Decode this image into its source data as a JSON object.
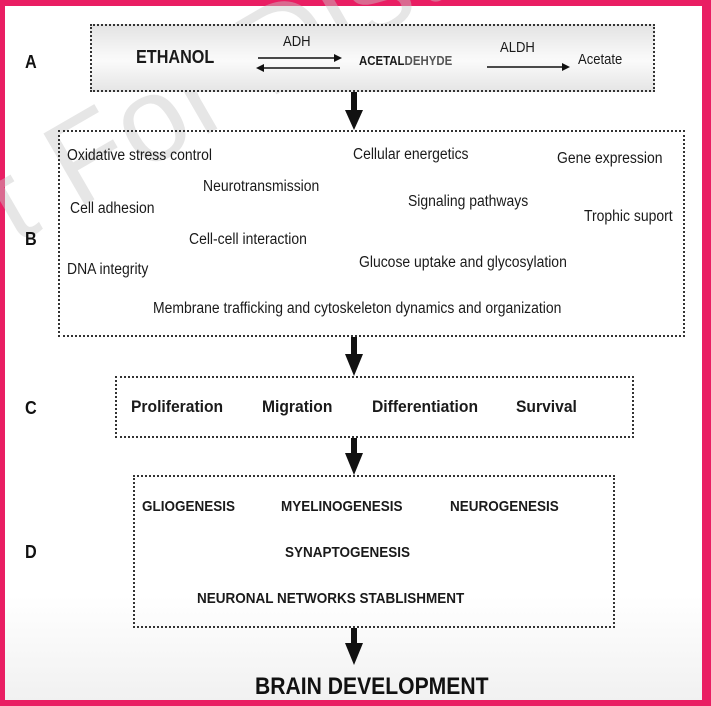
{
  "watermark": "t For Distribu",
  "colors": {
    "frame_border": "#E91E63",
    "text": "#1a1a1a"
  },
  "rows": {
    "a": {
      "label": "A",
      "substrate": "ETHANOL",
      "enzyme1": "ADH",
      "intermediate_part1": "ACETAL",
      "intermediate_part2": "DEHYDE",
      "enzyme2": "ALDH",
      "product": "Acetate"
    },
    "b": {
      "label": "B",
      "items": [
        "Oxidative stress control",
        "Cellular energetics",
        "Gene expression",
        "Neurotransmission",
        "Cell adhesion",
        "Signaling pathways",
        "Trophic suport",
        "Cell-cell interaction",
        "DNA integrity",
        "Glucose uptake and glycosylation",
        "Membrane trafficking and cytoskeleton dynamics and organization"
      ]
    },
    "c": {
      "label": "C",
      "items": [
        "Proliferation",
        "Migration",
        "Differentiation",
        "Survival"
      ]
    },
    "d": {
      "label": "D",
      "items": [
        "GLIOGENESIS",
        "MYELINOGENESIS",
        "NEUROGENESIS",
        "SYNAPTOGENESIS",
        "NEURONAL NETWORKS STABLISHMENT"
      ]
    }
  },
  "outcome": "BRAIN DEVELOPMENT"
}
